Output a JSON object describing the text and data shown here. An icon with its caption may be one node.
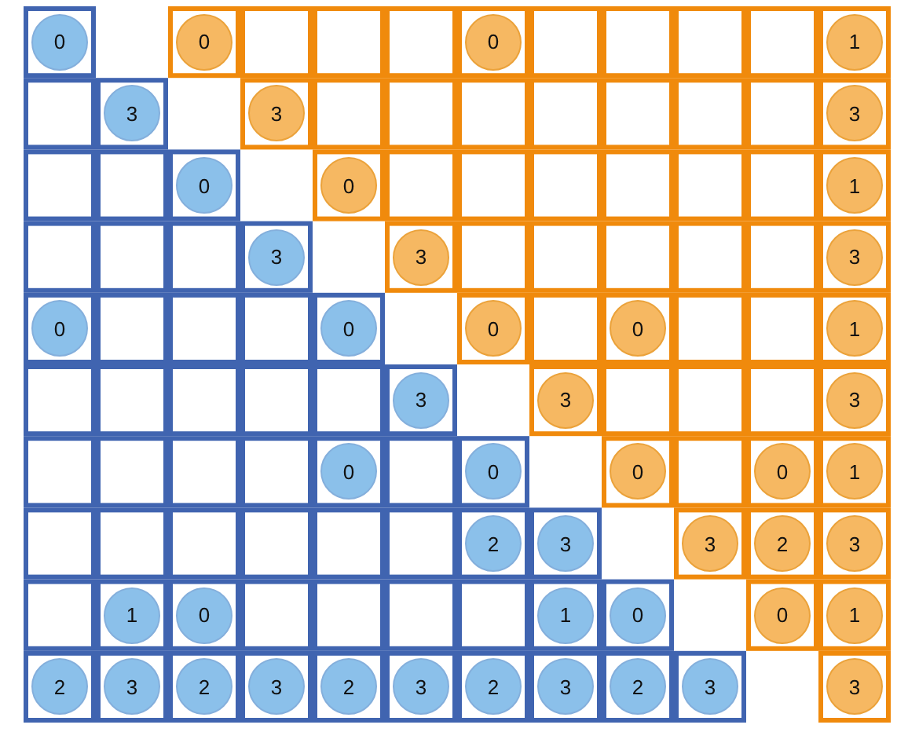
{
  "diagram": {
    "nodes": [
      {
        "text": [
          "0"
        ]
      },
      {
        "text": [
          "0"
        ]
      },
      {
        "text": [
          "0"
        ]
      },
      {
        "text": [
          "1"
        ]
      },
      {
        "text": [
          "3"
        ]
      },
      {
        "text": [
          "3"
        ]
      },
      {
        "text": [
          "3"
        ]
      },
      {
        "text": [
          "0"
        ]
      },
      {
        "text": [
          "0"
        ]
      },
      {
        "text": [
          "1"
        ]
      },
      {
        "text": [
          "3"
        ]
      },
      {
        "text": [
          "3"
        ]
      },
      {
        "text": [
          "3"
        ]
      },
      {
        "text": [
          "0"
        ]
      },
      {
        "text": [
          "0"
        ]
      },
      {
        "text": [
          "0"
        ]
      },
      {
        "text": [
          "0"
        ]
      },
      {
        "text": [
          "1"
        ]
      },
      {
        "text": [
          "3"
        ]
      },
      {
        "text": [
          "3"
        ]
      },
      {
        "text": [
          "3"
        ]
      },
      {
        "text": [
          "0"
        ]
      },
      {
        "text": [
          "0"
        ]
      },
      {
        "text": [
          "0"
        ]
      },
      {
        "text": [
          "0"
        ]
      },
      {
        "text": [
          "1"
        ]
      },
      {
        "text": [
          "2"
        ]
      },
      {
        "text": [
          "3"
        ]
      },
      {
        "text": [
          "3"
        ]
      },
      {
        "text": [
          "2"
        ]
      },
      {
        "text": [
          "3"
        ]
      },
      {
        "text": [
          "1"
        ]
      },
      {
        "text": [
          "0"
        ]
      },
      {
        "text": [
          "1"
        ]
      },
      {
        "text": [
          "0"
        ]
      },
      {
        "text": [
          "0"
        ]
      },
      {
        "text": [
          "1"
        ]
      },
      {
        "text": [
          "2"
        ]
      },
      {
        "text": [
          "3"
        ]
      },
      {
        "text": [
          "2"
        ]
      },
      {
        "text": [
          "3"
        ]
      },
      {
        "text": [
          "2"
        ]
      },
      {
        "text": [
          "3"
        ]
      },
      {
        "text": [
          "2"
        ]
      },
      {
        "text": [
          "3"
        ]
      },
      {
        "text": [
          "2"
        ]
      },
      {
        "text": [
          "3"
        ]
      },
      {
        "text": [
          "3"
        ]
      }
    ]
  }
}
